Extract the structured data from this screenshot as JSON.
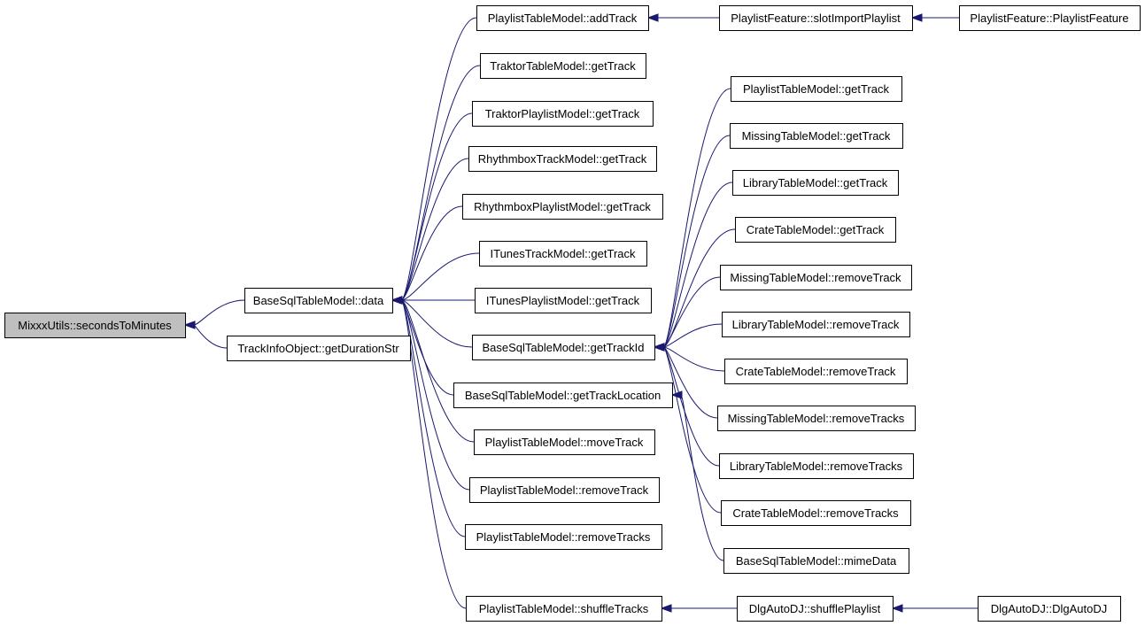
{
  "graph": {
    "nodes": [
      {
        "id": "seconds_to_minutes",
        "label": "MixxxUtils::secondsToMinutes",
        "root": true
      },
      {
        "id": "bstm_data",
        "label": "BaseSqlTableModel::data"
      },
      {
        "id": "tio_getdurationstr",
        "label": "TrackInfoObject::getDurationStr"
      },
      {
        "id": "ptm_addtrack",
        "label": "PlaylistTableModel::addTrack"
      },
      {
        "id": "pf_slotimportplaylist",
        "label": "PlaylistFeature::slotImportPlaylist"
      },
      {
        "id": "pf_playlistfeature",
        "label": "PlaylistFeature::PlaylistFeature"
      },
      {
        "id": "ttm_gettrack",
        "label": "TraktorTableModel::getTrack"
      },
      {
        "id": "tpm_gettrack",
        "label": "TraktorPlaylistModel::getTrack"
      },
      {
        "id": "rtm_gettrack",
        "label": "RhythmboxTrackModel::getTrack"
      },
      {
        "id": "rpm_gettrack",
        "label": "RhythmboxPlaylistModel::getTrack"
      },
      {
        "id": "itm_gettrack",
        "label": "ITunesTrackModel::getTrack"
      },
      {
        "id": "ipm_gettrack",
        "label": "ITunesPlaylistModel::getTrack"
      },
      {
        "id": "bstm_gettrackid",
        "label": "BaseSqlTableModel::getTrackId"
      },
      {
        "id": "bstm_gettracklocation",
        "label": "BaseSqlTableModel::getTrackLocation"
      },
      {
        "id": "ptm_movetrack",
        "label": "PlaylistTableModel::moveTrack"
      },
      {
        "id": "ptm_removetrack",
        "label": "PlaylistTableModel::removeTrack"
      },
      {
        "id": "ptm_removetracks",
        "label": "PlaylistTableModel::removeTracks"
      },
      {
        "id": "ptm_shuffletracks",
        "label": "PlaylistTableModel::shuffleTracks"
      },
      {
        "id": "dlg_shuffleplaylist",
        "label": "DlgAutoDJ::shufflePlaylist"
      },
      {
        "id": "dlg_dlgautodj",
        "label": "DlgAutoDJ::DlgAutoDJ"
      },
      {
        "id": "ptm_gettrack",
        "label": "PlaylistTableModel::getTrack"
      },
      {
        "id": "mtm_gettrack",
        "label": "MissingTableModel::getTrack"
      },
      {
        "id": "ltm_gettrack",
        "label": "LibraryTableModel::getTrack"
      },
      {
        "id": "ctm_gettrack",
        "label": "CrateTableModel::getTrack"
      },
      {
        "id": "mtm_removetrack",
        "label": "MissingTableModel::removeTrack"
      },
      {
        "id": "ltm_removetrack",
        "label": "LibraryTableModel::removeTrack"
      },
      {
        "id": "ctm_removetrack",
        "label": "CrateTableModel::removeTrack"
      },
      {
        "id": "mtm_removetracks",
        "label": "MissingTableModel::removeTracks"
      },
      {
        "id": "ltm_removetracks",
        "label": "LibraryTableModel::removeTracks"
      },
      {
        "id": "ctm_removetracks",
        "label": "CrateTableModel::removeTracks"
      },
      {
        "id": "bstm_mimedata",
        "label": "BaseSqlTableModel::mimeData"
      }
    ],
    "edges": [
      {
        "from": "bstm_data",
        "to": "seconds_to_minutes"
      },
      {
        "from": "tio_getdurationstr",
        "to": "seconds_to_minutes"
      },
      {
        "from": "ptm_addtrack",
        "to": "bstm_data"
      },
      {
        "from": "ttm_gettrack",
        "to": "bstm_data"
      },
      {
        "from": "tpm_gettrack",
        "to": "bstm_data"
      },
      {
        "from": "rtm_gettrack",
        "to": "bstm_data"
      },
      {
        "from": "rpm_gettrack",
        "to": "bstm_data"
      },
      {
        "from": "itm_gettrack",
        "to": "bstm_data"
      },
      {
        "from": "ipm_gettrack",
        "to": "bstm_data"
      },
      {
        "from": "bstm_gettrackid",
        "to": "bstm_data"
      },
      {
        "from": "bstm_gettracklocation",
        "to": "bstm_data"
      },
      {
        "from": "ptm_movetrack",
        "to": "bstm_data"
      },
      {
        "from": "ptm_removetrack",
        "to": "bstm_data"
      },
      {
        "from": "ptm_removetracks",
        "to": "bstm_data"
      },
      {
        "from": "ptm_shuffletracks",
        "to": "bstm_data"
      },
      {
        "from": "pf_slotimportplaylist",
        "to": "ptm_addtrack"
      },
      {
        "from": "pf_playlistfeature",
        "to": "pf_slotimportplaylist"
      },
      {
        "from": "dlg_shuffleplaylist",
        "to": "ptm_shuffletracks"
      },
      {
        "from": "dlg_dlgautodj",
        "to": "dlg_shuffleplaylist"
      },
      {
        "from": "ptm_gettrack",
        "to": "bstm_gettrackid"
      },
      {
        "from": "mtm_gettrack",
        "to": "bstm_gettrackid"
      },
      {
        "from": "ltm_gettrack",
        "to": "bstm_gettrackid"
      },
      {
        "from": "ctm_gettrack",
        "to": "bstm_gettrackid"
      },
      {
        "from": "mtm_removetrack",
        "to": "bstm_gettrackid"
      },
      {
        "from": "ltm_removetrack",
        "to": "bstm_gettrackid"
      },
      {
        "from": "ctm_removetrack",
        "to": "bstm_gettrackid"
      },
      {
        "from": "mtm_removetracks",
        "to": "bstm_gettrackid"
      },
      {
        "from": "ltm_removetracks",
        "to": "bstm_gettrackid"
      },
      {
        "from": "ctm_removetracks",
        "to": "bstm_gettrackid"
      },
      {
        "from": "bstm_mimedata",
        "to": "bstm_gettracklocation"
      }
    ]
  }
}
